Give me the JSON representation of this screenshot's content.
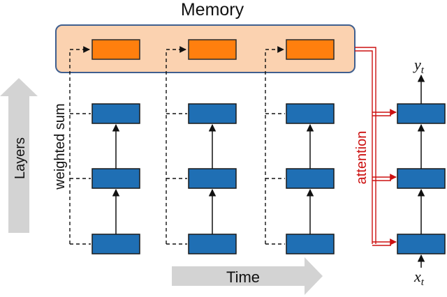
{
  "memory_label": "Memory",
  "time_label": "Time",
  "layers_label": "Layers",
  "weighted_sum_label": "weighted sum",
  "attention_label": "attention",
  "output_label": "y",
  "output_subscript": "t",
  "input_label": "x",
  "input_subscript": "t",
  "colors": {
    "memory_panel_fill": "#fbd2b0",
    "memory_panel_stroke": "#3f5f8f",
    "memory_cell": "#ff7f0e",
    "layer_cell": "#1f6fb4",
    "attention": "#cc1111",
    "big_arrow": "#d3d3d3"
  }
}
